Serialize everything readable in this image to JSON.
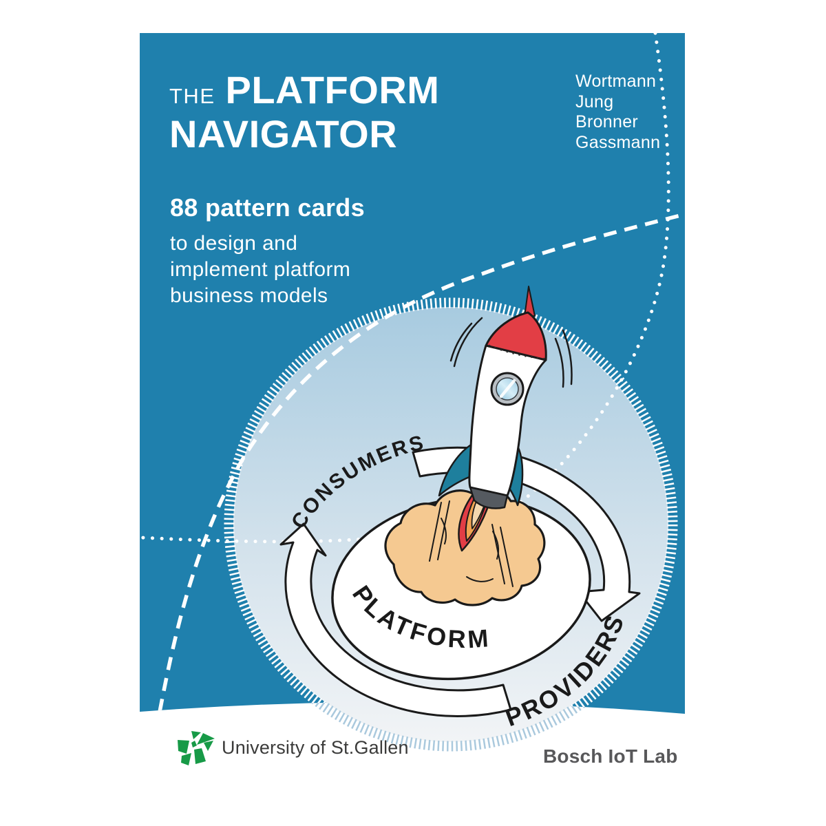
{
  "cover": {
    "title": {
      "prefix": "THE",
      "line1": "PLATFORM",
      "line2": "NAVIGATOR"
    },
    "authors": [
      "Wortmann",
      "Jung",
      "Bronner",
      "Gassmann"
    ],
    "tagline": {
      "headline": "88 pattern cards",
      "lines": [
        "to design and",
        "implement platform",
        "business models"
      ]
    },
    "diagram": {
      "consumers": "CONSUMERS",
      "platform": "PLATFORM",
      "providers": "PROVIDERS"
    },
    "footer": {
      "university": "University of St.Gallen",
      "lab": "Bosch IoT Lab"
    },
    "colors": {
      "cover_blue": "#1F80AD",
      "circle_top": "#A8CBE0",
      "circle_bottom": "#F2F4F6",
      "rocket_red": "#E23E45",
      "fin_teal": "#1E7F9D",
      "flame_orange": "#F2A452",
      "flame_cream": "#F4D7AE",
      "smoke_tan": "#F5C991",
      "hsg_green": "#179A47",
      "footer_gray": "#58585A",
      "outline_black": "#1A1A1A"
    }
  }
}
